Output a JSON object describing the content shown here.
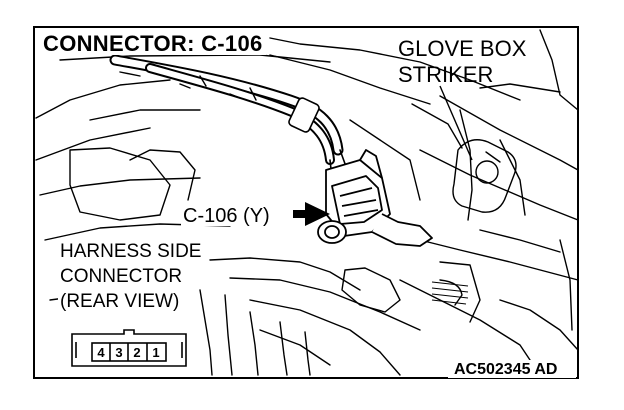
{
  "title": "CONNECTOR: C-106",
  "callouts": {
    "glove_box_line1": "GLOVE BOX",
    "glove_box_line2": "STRIKER",
    "connector_label": "C-106 (Y)"
  },
  "harness": {
    "line1": "HARNESS SIDE",
    "line2": "CONNECTOR",
    "line3": "(REAR VIEW)",
    "pins": [
      "4",
      "3",
      "2",
      "1"
    ]
  },
  "figure_code": "AC502345 AD",
  "colors": {
    "ink": "#000000",
    "paper": "#ffffff"
  }
}
